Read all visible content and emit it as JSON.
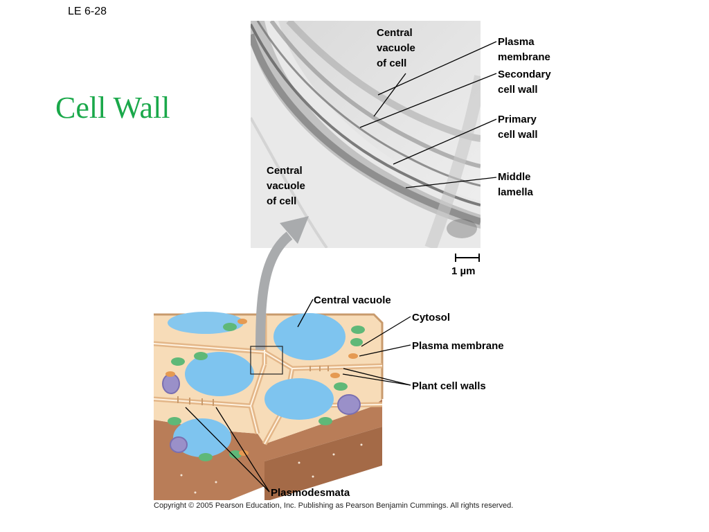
{
  "slide": {
    "id": "LE 6-28",
    "title": "Cell Wall",
    "title_color": "#1aa84a"
  },
  "micrograph": {
    "labels": {
      "central_vacuole_top": "Central\nvacuole\nof cell",
      "central_vacuole_left": "Central\nvacuole\nof cell",
      "plasma_membrane": "Plasma\nmembrane",
      "secondary_wall": "Secondary\ncell wall",
      "primary_wall": "Primary\ncell wall",
      "middle_lamella": "Middle\nlamella"
    },
    "scale_bar": "1 µm"
  },
  "diagram": {
    "labels": {
      "central_vacuole": "Central vacuole",
      "cytosol": "Cytosol",
      "plasma_membrane": "Plasma membrane",
      "plant_cell_walls": "Plant cell walls",
      "plasmodesmata": "Plasmodesmata"
    }
  },
  "copyright": "Copyright © 2005 Pearson Education, Inc. Publishing as Pearson Benjamin Cummings. All rights reserved."
}
